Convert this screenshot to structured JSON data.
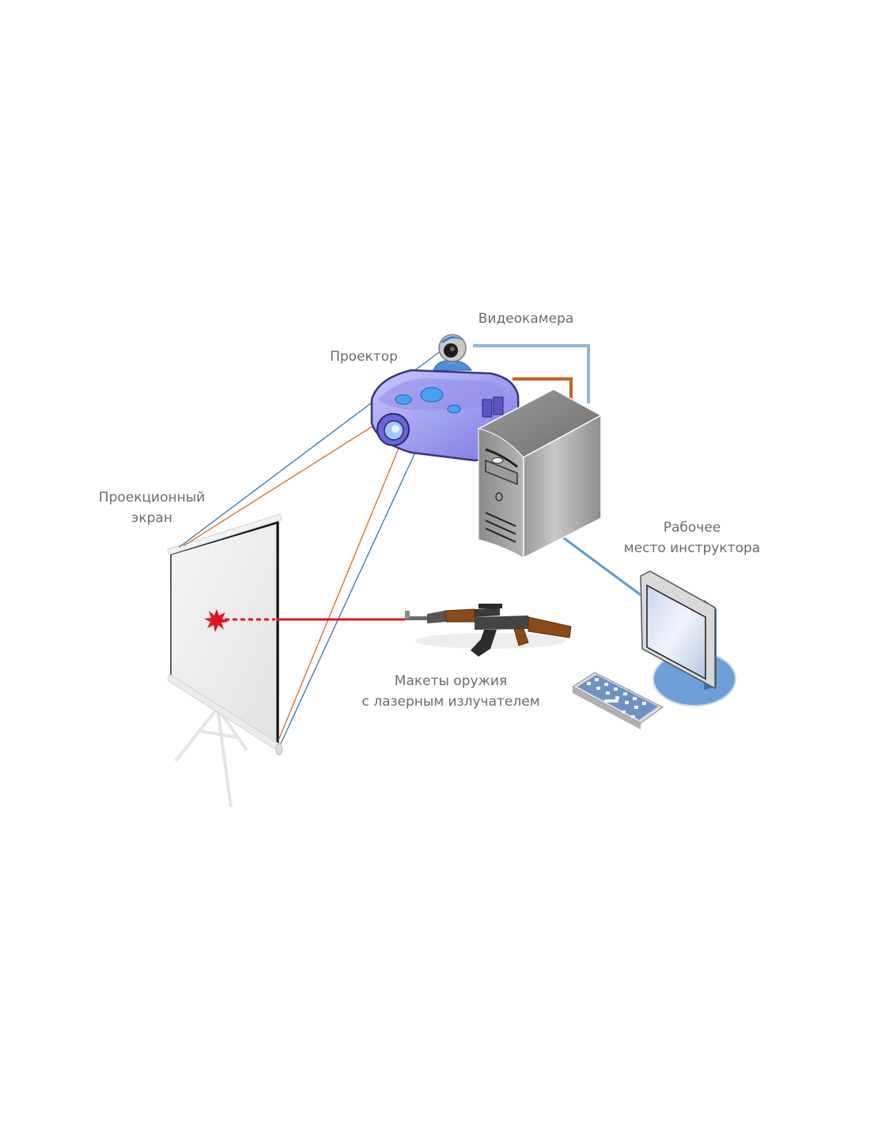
{
  "diagram": {
    "title": "Laser shooting simulator setup",
    "labels": {
      "camera": "Видеокамера",
      "projector": "Проектор",
      "screen_line1": "Проекционный",
      "screen_line2": "экран",
      "instructor_line1": "Рабочее",
      "instructor_line2": "место инструктора",
      "weapon_line1": "Макеты оружия",
      "weapon_line2": "с лазерным излучателем"
    },
    "colors": {
      "camera_cable": "#8fb8d8",
      "projector_cable": "#c8621e",
      "camera_view": "#3f7fb0",
      "projector_beam": "#d8742e",
      "laser": "#e0131f",
      "instructor_cable": "#5b9bd5",
      "label_text": "#6b6b6b"
    },
    "nodes": [
      "projection-screen",
      "projector",
      "video-camera",
      "computer",
      "instructor-workstation",
      "weapon-mockup"
    ],
    "edges": [
      {
        "from": "video-camera",
        "to": "computer",
        "kind": "cable"
      },
      {
        "from": "projector",
        "to": "computer",
        "kind": "cable"
      },
      {
        "from": "computer",
        "to": "instructor-workstation",
        "kind": "cable"
      },
      {
        "from": "projector",
        "to": "projection-screen",
        "kind": "projection"
      },
      {
        "from": "video-camera",
        "to": "projection-screen",
        "kind": "view"
      },
      {
        "from": "weapon-mockup",
        "to": "projection-screen",
        "kind": "laser"
      }
    ]
  }
}
